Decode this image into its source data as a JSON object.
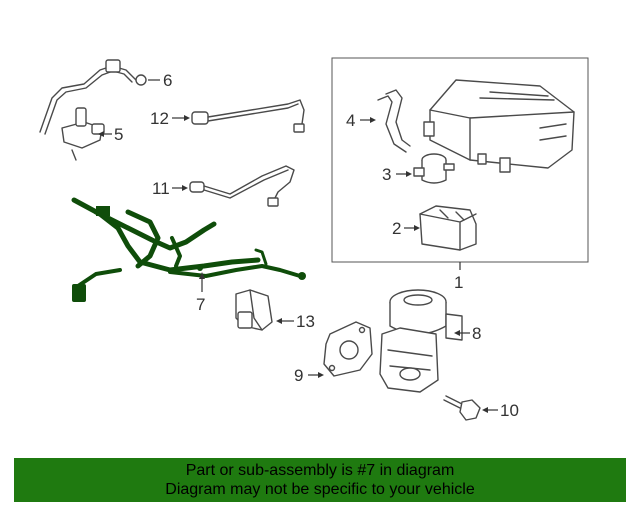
{
  "callouts": {
    "c1": "1",
    "c2": "2",
    "c3": "3",
    "c4": "4",
    "c5": "5",
    "c6": "6",
    "c7": "7",
    "c8": "8",
    "c9": "9",
    "c10": "10",
    "c11": "11",
    "c12": "12",
    "c13": "13"
  },
  "highlight_color": "#0f4d0a",
  "footer": {
    "line1": "Part or sub-assembly is #7 in diagram",
    "line2": "Diagram may not be specific to your vehicle",
    "background": "#1f7a10"
  }
}
